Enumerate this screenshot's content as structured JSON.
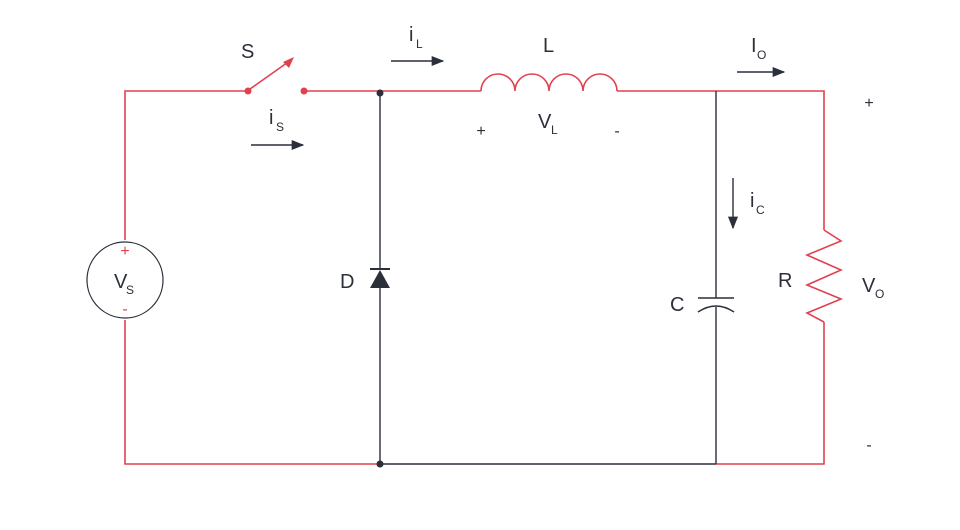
{
  "diagram": {
    "colors": {
      "red": "#e0414f",
      "dark": "#2b2f3a"
    },
    "source": {
      "symbol": "V",
      "sub": "S",
      "plus": "+",
      "minus": "-"
    },
    "switch": {
      "label": "S",
      "current": "i",
      "current_sub": "S"
    },
    "inductor": {
      "label": "L",
      "voltage": "V",
      "voltage_sub": "L",
      "plus": "+",
      "minus": "-",
      "current": "i",
      "current_sub": "L"
    },
    "diode": {
      "label": "D"
    },
    "capacitor": {
      "label": "C",
      "current": "i",
      "current_sub": "C"
    },
    "load": {
      "resistor_label": "R",
      "output_current": "I",
      "output_current_sub": "O",
      "output_voltage": "V",
      "output_voltage_sub": "O",
      "plus": "+",
      "minus": "-"
    }
  }
}
